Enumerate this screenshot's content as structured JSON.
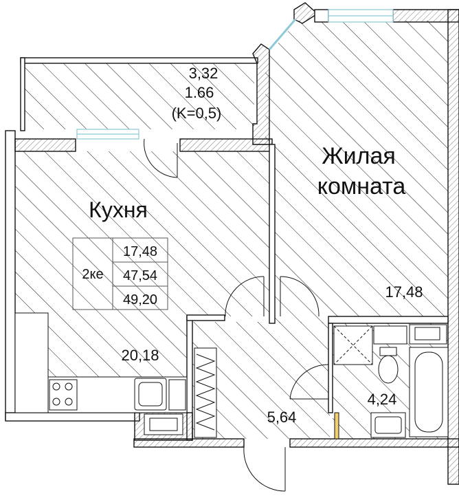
{
  "balcony": {
    "area": "3,32",
    "reduced_area": "1.66",
    "coefficient": "(K=0,5)"
  },
  "living_room": {
    "name_line1": "Жилая",
    "name_line2": "комната",
    "area": "17,48"
  },
  "kitchen": {
    "name": "Кухня",
    "area": "20,18"
  },
  "hall": {
    "area": "5,64"
  },
  "bathroom": {
    "area": "4,24"
  },
  "summary": {
    "apartment_type": "2ке",
    "living_area": "17,48",
    "total_area": "47,54",
    "total_with_balcony": "49,20"
  },
  "colors": {
    "wall_fill": "#ffffff",
    "wall_stroke": "#111111",
    "hatch": "#1a1a1a",
    "window": "#8ec9d6"
  }
}
